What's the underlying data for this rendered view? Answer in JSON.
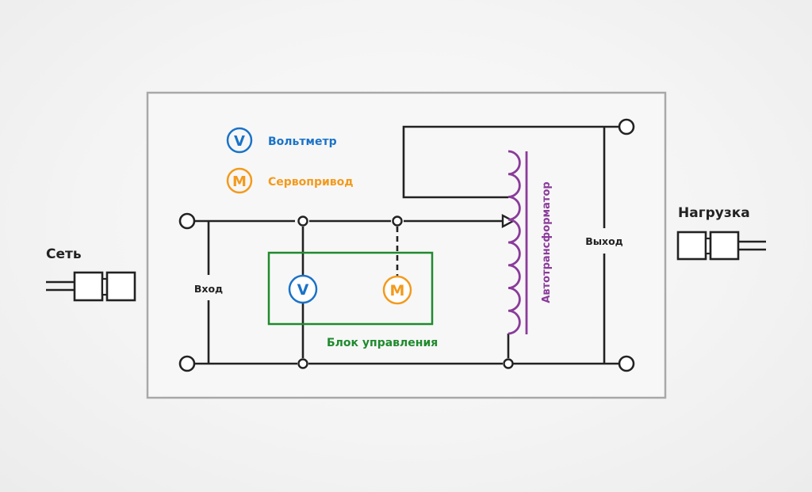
{
  "colors": {
    "wire": "#222222",
    "frame": "#a8a8a8",
    "voltmeter": "#1a73c8",
    "servo": "#f39a1c",
    "control_block": "#1f8a2e",
    "autotransformer": "#8a3b9a"
  },
  "legend": {
    "voltmeter": {
      "symbol": "V",
      "label": "Вольтметр"
    },
    "servo": {
      "symbol": "M",
      "label": "Сервопривод"
    }
  },
  "external": {
    "mains_label": "Сеть",
    "load_label": "Нагрузка"
  },
  "circuit": {
    "input_label": "Вход",
    "output_label": "Выход",
    "control_block_label": "Блок управления",
    "autotransformer_label": "Автотрансформатор",
    "voltmeter_symbol": "V",
    "servo_symbol": "M"
  }
}
